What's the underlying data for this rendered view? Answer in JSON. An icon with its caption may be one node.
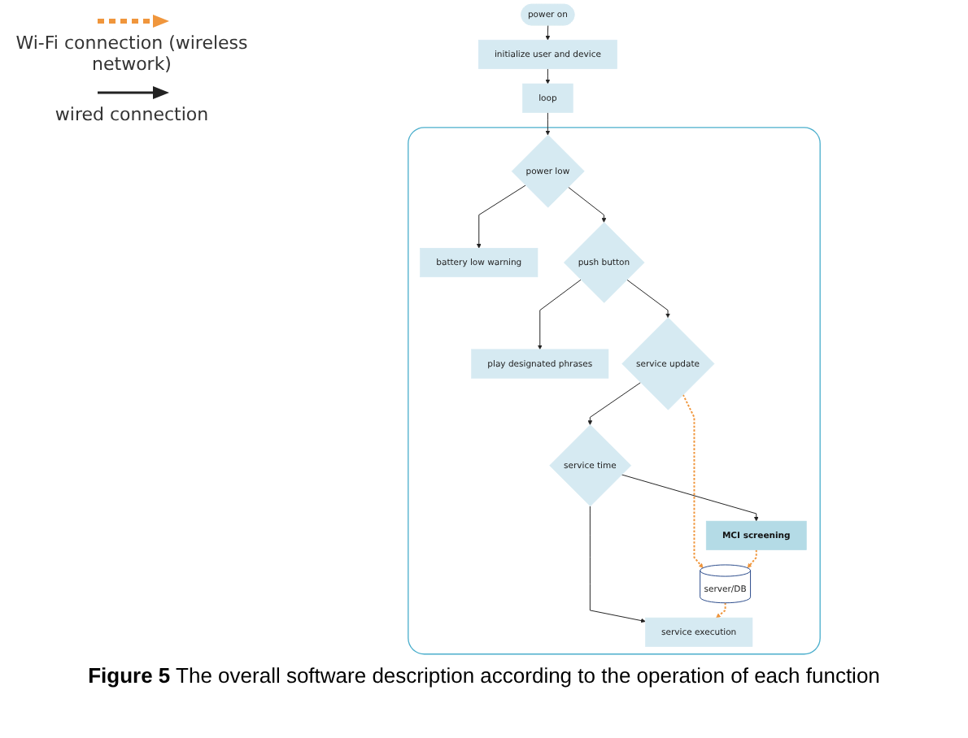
{
  "diagram": {
    "caption": "**Figure 5** The overall software description according to the operation of each function",
    "nodes": [
      {
        "text": [
          "power on"
        ]
      },
      {
        "text": [
          "initialize user and device"
        ]
      },
      {
        "text": [
          "loop"
        ]
      },
      {
        "text": [],
        "shape": "box"
      },
      {
        "text": [
          "power low"
        ],
        "in": 3
      },
      {
        "text": [
          "battery low warning"
        ],
        "in": 3
      },
      {
        "text": [
          "push button"
        ],
        "in": 3
      },
      {
        "text": [
          "play designated phrases"
        ],
        "in": 3
      },
      {
        "text": [
          "service update"
        ],
        "in": 3
      },
      {
        "text": [
          "server/DB"
        ],
        "in": 3
      },
      {
        "text": [
          "service time"
        ],
        "in": 3
      },
      {
        "text": [
          "service execution"
        ],
        "in": 3
      },
      {
        "text": [
          "MCI screening"
        ],
        "in": 3
      }
    ],
    "edges": [
      {
        "from": 0,
        "to": 1,
        "arrow": "to"
      },
      {
        "from": 1,
        "to": 2,
        "arrow": "to"
      },
      {
        "from": 2,
        "to": 4,
        "arrow": "to"
      },
      {
        "from": 4,
        "to": 5,
        "arrow": "to"
      },
      {
        "from": 4,
        "to": 6,
        "arrow": "to"
      },
      {
        "from": 6,
        "to": 7,
        "arrow": "to"
      },
      {
        "from": 6,
        "to": 8,
        "arrow": "to"
      },
      {
        "from": 8,
        "to": 9,
        "arrow": "to",
        "style": "dashed",
        "color": "#f0963c"
      },
      {
        "from": 8,
        "to": 10,
        "arrow": "to"
      },
      {
        "from": 10,
        "to": 11,
        "arrow": "to"
      },
      {
        "from": 10,
        "to": 12,
        "arrow": "to"
      },
      {
        "from": 9,
        "to": 11,
        "arrow": "to",
        "style": "dashed",
        "color": "#f0963c"
      },
      {
        "from": 12,
        "to": 9,
        "arrow": "to",
        "style": "dashed",
        "color": "#f0963c"
      }
    ],
    "legend": [
      {
        "text": "Wi-Fi connection (wireless network)"
      },
      {
        "text": "wired connection"
      }
    ]
  }
}
